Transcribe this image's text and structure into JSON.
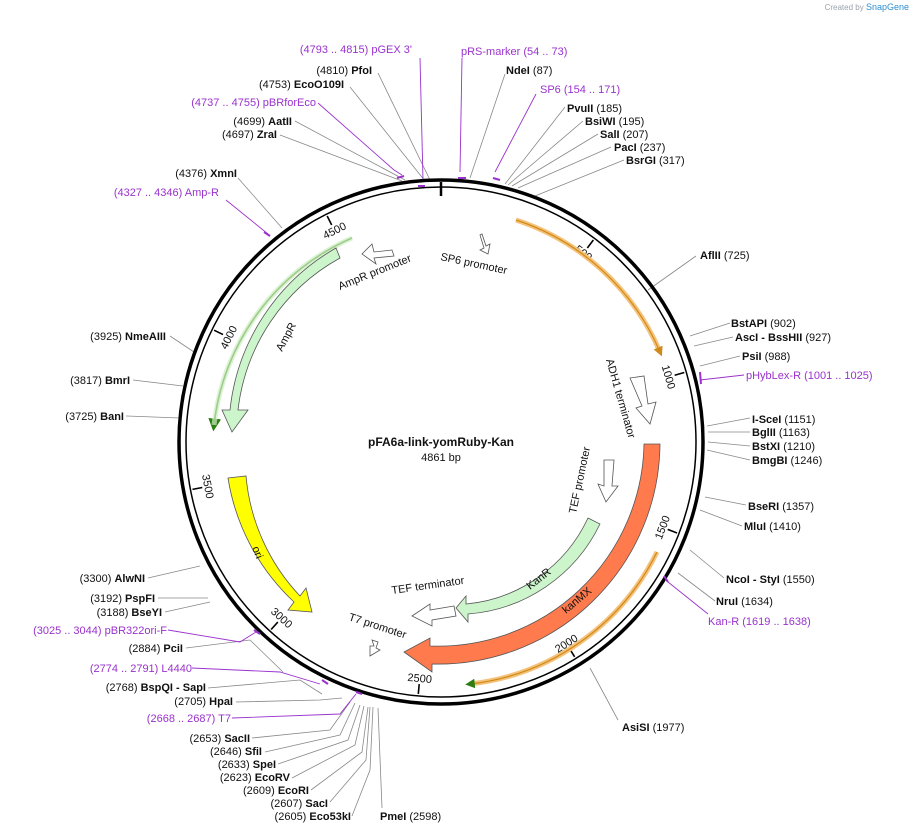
{
  "credit": {
    "prefix": "Created by",
    "brand": "SnapGene"
  },
  "plasmid": {
    "name": "pFA6a-link-yomRuby-Kan",
    "size_label": "4861 bp",
    "length": 4861
  },
  "ticks": [
    {
      "pos": 500,
      "label": "500"
    },
    {
      "pos": 1000,
      "label": "1000"
    },
    {
      "pos": 1500,
      "label": "1500"
    },
    {
      "pos": 2000,
      "label": "2000"
    },
    {
      "pos": 2500,
      "label": "2500"
    },
    {
      "pos": 3000,
      "label": "3000"
    },
    {
      "pos": 3500,
      "label": "3500"
    },
    {
      "pos": 4000,
      "label": "4000"
    },
    {
      "pos": 4500,
      "label": "4500"
    }
  ],
  "labels": [
    {
      "num": "(4793 .. 4815)",
      "name": "pGEX 3'",
      "kind": "primer",
      "side": "left"
    },
    {
      "num": "(4810)",
      "name": "PfoI",
      "kind": "site",
      "side": "left"
    },
    {
      "num": "(4753)",
      "name": "EcoO109I",
      "kind": "site",
      "side": "left"
    },
    {
      "num": "(4737 .. 4755)",
      "name": "pBRforEco",
      "kind": "primer",
      "side": "left"
    },
    {
      "num": "(4699)",
      "name": "AatII",
      "kind": "site",
      "side": "left"
    },
    {
      "num": "(4697)",
      "name": "ZraI",
      "kind": "site",
      "side": "left"
    },
    {
      "num": "(4376)",
      "name": "XmnI",
      "kind": "site",
      "side": "left"
    },
    {
      "num": "(4327 .. 4346)",
      "name": "Amp-R",
      "kind": "primer",
      "side": "left"
    },
    {
      "num": "(3925)",
      "name": "NmeAIII",
      "kind": "site",
      "side": "left"
    },
    {
      "num": "(3817)",
      "name": "BmrI",
      "kind": "site",
      "side": "left"
    },
    {
      "num": "(3725)",
      "name": "BanI",
      "kind": "site",
      "side": "left"
    },
    {
      "num": "(3300)",
      "name": "AlwNI",
      "kind": "site",
      "side": "left"
    },
    {
      "num": "(3192)",
      "name": "PspFI",
      "kind": "site",
      "side": "left"
    },
    {
      "num": "(3188)",
      "name": "BseYI",
      "kind": "site",
      "side": "left"
    },
    {
      "num": "(3025 .. 3044)",
      "name": "pBR322ori-F",
      "kind": "primer",
      "side": "left"
    },
    {
      "num": "(2884)",
      "name": "PciI",
      "kind": "site",
      "side": "left"
    },
    {
      "num": "(2774 .. 2791)",
      "name": "L4440",
      "kind": "primer",
      "side": "left"
    },
    {
      "num": "(2768)",
      "name": "BspQI - SapI",
      "kind": "site",
      "side": "left"
    },
    {
      "num": "(2705)",
      "name": "HpaI",
      "kind": "site",
      "side": "left"
    },
    {
      "num": "(2668 .. 2687)",
      "name": "T7",
      "kind": "primer",
      "side": "left"
    },
    {
      "num": "(2653)",
      "name": "SacII",
      "kind": "site",
      "side": "left"
    },
    {
      "num": "(2646)",
      "name": "SfiI",
      "kind": "site",
      "side": "left"
    },
    {
      "num": "(2633)",
      "name": "SpeI",
      "kind": "site",
      "side": "left"
    },
    {
      "num": "(2623)",
      "name": "EcoRV",
      "kind": "site",
      "side": "left"
    },
    {
      "num": "(2609)",
      "name": "EcoRI",
      "kind": "site",
      "side": "left"
    },
    {
      "num": "(2607)",
      "name": "SacI",
      "kind": "site",
      "side": "left"
    },
    {
      "num": "(2605)",
      "name": "Eco53kI",
      "kind": "site",
      "side": "left"
    },
    {
      "num": "(2598)",
      "name": "PmeI",
      "kind": "site",
      "side": "right"
    },
    {
      "num": "(54 .. 73)",
      "name": "pRS-marker",
      "kind": "primer",
      "side": "right"
    },
    {
      "num": "(87)",
      "name": "NdeI",
      "kind": "site",
      "side": "right"
    },
    {
      "num": "(154 .. 171)",
      "name": "SP6",
      "kind": "primer",
      "side": "right"
    },
    {
      "num": "(185)",
      "name": "PvuII",
      "kind": "site",
      "side": "right"
    },
    {
      "num": "(195)",
      "name": "BsiWI",
      "kind": "site",
      "side": "right"
    },
    {
      "num": "(207)",
      "name": "SalI",
      "kind": "site",
      "side": "right"
    },
    {
      "num": "(237)",
      "name": "PacI",
      "kind": "site",
      "side": "right"
    },
    {
      "num": "(317)",
      "name": "BsrGI",
      "kind": "site",
      "side": "right"
    },
    {
      "num": "(725)",
      "name": "AflII",
      "kind": "site",
      "side": "right"
    },
    {
      "num": "(902)",
      "name": "BstAPI",
      "kind": "site",
      "side": "right"
    },
    {
      "num": "(927)",
      "name": "AscI - BssHII",
      "kind": "site",
      "side": "right"
    },
    {
      "num": "(988)",
      "name": "PsiI",
      "kind": "site",
      "side": "right"
    },
    {
      "num": "(1001 .. 1025)",
      "name": "pHybLex-R",
      "kind": "primer",
      "side": "right"
    },
    {
      "num": "(1151)",
      "name": "I-SceI",
      "kind": "site",
      "side": "right"
    },
    {
      "num": "(1163)",
      "name": "BglII",
      "kind": "site",
      "side": "right"
    },
    {
      "num": "(1210)",
      "name": "BstXI",
      "kind": "site",
      "side": "right"
    },
    {
      "num": "(1246)",
      "name": "BmgBI",
      "kind": "site",
      "side": "right"
    },
    {
      "num": "(1357)",
      "name": "BseRI",
      "kind": "site",
      "side": "right"
    },
    {
      "num": "(1410)",
      "name": "MluI",
      "kind": "site",
      "side": "right"
    },
    {
      "num": "(1550)",
      "name": "NcoI - StyI",
      "kind": "site",
      "side": "right"
    },
    {
      "num": "(1634)",
      "name": "NruI",
      "kind": "site",
      "side": "right"
    },
    {
      "num": "(1619 .. 1638)",
      "name": "Kan-R",
      "kind": "primer",
      "side": "right"
    },
    {
      "num": "(1977)",
      "name": "AsiSI",
      "kind": "site",
      "side": "right"
    }
  ],
  "features": [
    {
      "name": "SP6 promoter",
      "type": "promoter",
      "color": "#ffffff"
    },
    {
      "name": "AmpR promoter",
      "type": "promoter",
      "color": "#ffffff"
    },
    {
      "name": "AmpR",
      "type": "gene",
      "color": "#ccf5cc"
    },
    {
      "name": "ADH1 terminator",
      "type": "terminator",
      "color": "#ffffff"
    },
    {
      "name": "TEF promoter",
      "type": "promoter",
      "color": "#ffffff"
    },
    {
      "name": "KanR",
      "type": "gene",
      "color": "#ccf5cc"
    },
    {
      "name": "kanMX",
      "type": "gene",
      "color": "#ff7a4d"
    },
    {
      "name": "TEF terminator",
      "type": "terminator",
      "color": "#ffffff"
    },
    {
      "name": "T7 promoter",
      "type": "promoter",
      "color": "#ffffff"
    },
    {
      "name": "ori",
      "type": "origin",
      "color": "#ffff00"
    }
  ],
  "colors": {
    "primer": "#9a32cd",
    "site": "#111111",
    "backbone": "#000000",
    "insert_arc": "#f5a623"
  }
}
